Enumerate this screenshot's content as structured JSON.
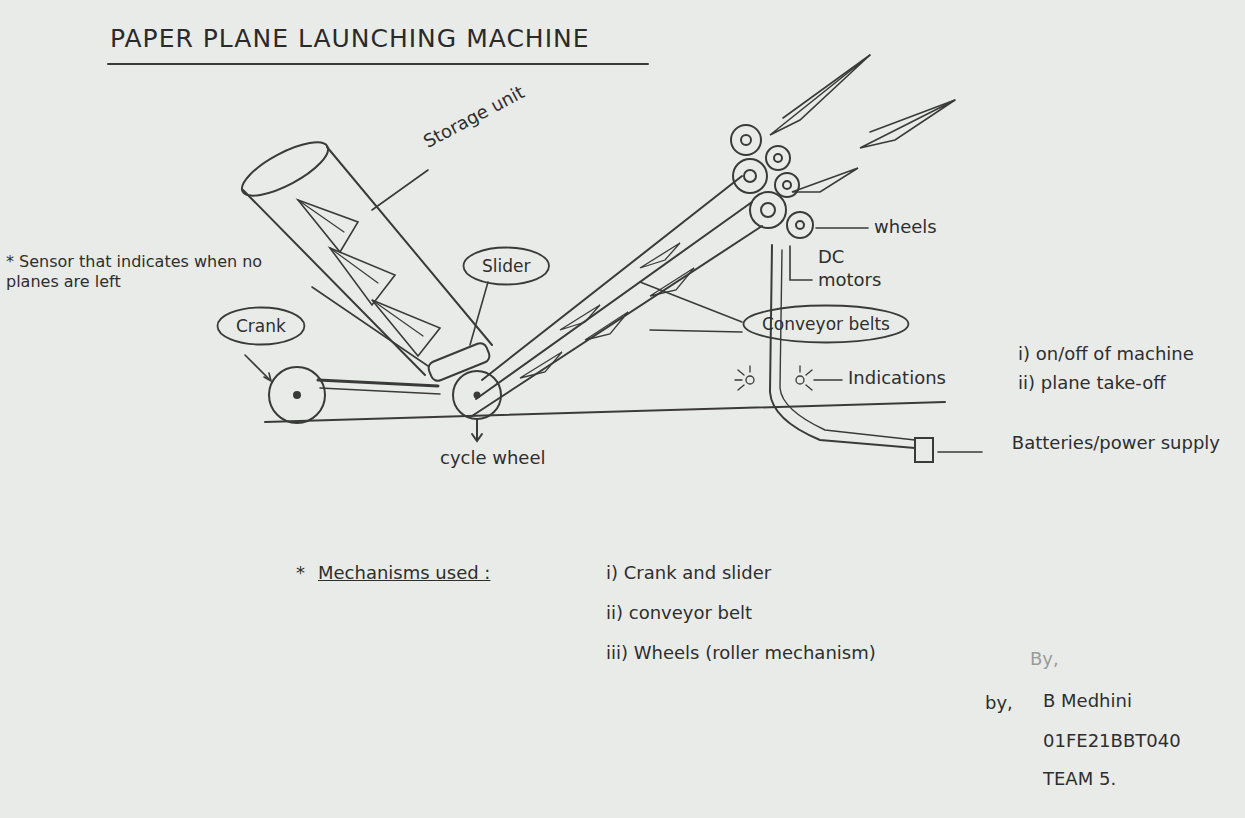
{
  "diagram": {
    "title": "PAPER PLANE LAUNCHING MACHINE",
    "nodes": [
      {
        "text": [
          "Crank"
        ]
      },
      {
        "text": [
          "Slider"
        ]
      },
      {
        "text": [
          "Conveyor belts"
        ]
      }
    ],
    "labels": [
      "Storage unit",
      "* Sensor that indicates when no planes are left",
      "wheels",
      "DC motors",
      "Indications",
      "i) on/off of machine",
      "ii) plane take-off",
      "Batteries/power supply",
      "cycle wheel",
      "*",
      "Mechanisms used :",
      "i) Crank and slider",
      "ii) conveyor belt",
      "iii) Wheels (roller mechanism)",
      "By,",
      "by,",
      "B Medhini",
      "01FE21BBT040",
      "TEAM 5."
    ]
  }
}
